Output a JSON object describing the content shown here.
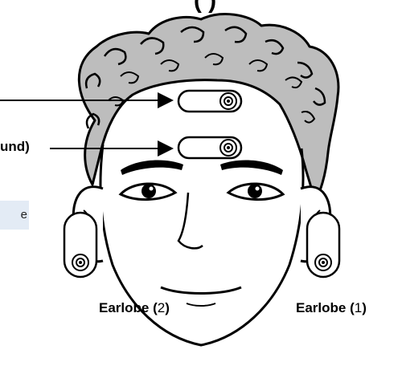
{
  "header": {
    "title_fragment": "(                              )"
  },
  "labels": {
    "ground": "und)",
    "earlobe_left_word": "Earlobe (",
    "earlobe_left_num": "2",
    "earlobe_left_close": ")",
    "earlobe_right_word": "Earlobe (",
    "earlobe_right_num": "1",
    "earlobe_right_close": ")"
  },
  "side_box": {
    "text": "e"
  },
  "colors": {
    "hair": "#bdbdbd",
    "outline": "#000000",
    "side_box": "#e3ebf5"
  },
  "icons": {
    "electrode": "electrode-icon",
    "ear_clip": "ear-clip-icon"
  }
}
